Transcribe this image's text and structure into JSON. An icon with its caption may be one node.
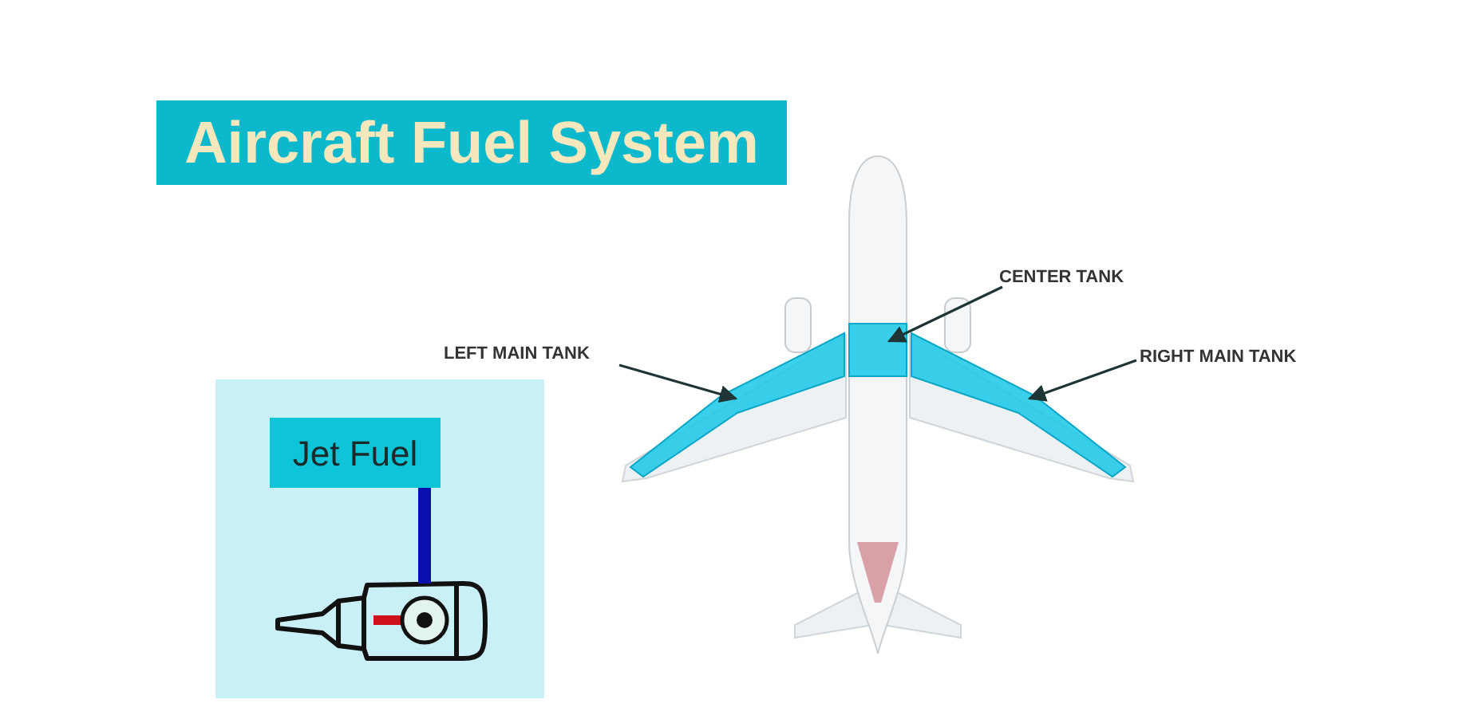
{
  "diagram": {
    "title": "Aircraft Fuel System",
    "nodes": [
      {
        "text": [
          "Jet Fuel"
        ]
      },
      {
        "text": [],
        "shape": "picture"
      },
      {
        "text": [
          "LEFT MAIN TANK"
        ]
      },
      {
        "text": [],
        "shape": "band"
      },
      {
        "text": [
          "CENTER TANK"
        ]
      },
      {
        "text": [],
        "shape": "box"
      },
      {
        "text": [
          "RIGHT MAIN TANK"
        ]
      },
      {
        "text": [],
        "shape": "band"
      }
    ],
    "edges": [
      {
        "from": 0,
        "to": 1,
        "arrow": "none",
        "style": "thick",
        "color": "#0a10b0"
      },
      {
        "from": 2,
        "to": 3,
        "arrow": "to"
      },
      {
        "from": 4,
        "to": 5,
        "arrow": "to"
      },
      {
        "from": 6,
        "to": 7,
        "arrow": "to"
      }
    ]
  }
}
